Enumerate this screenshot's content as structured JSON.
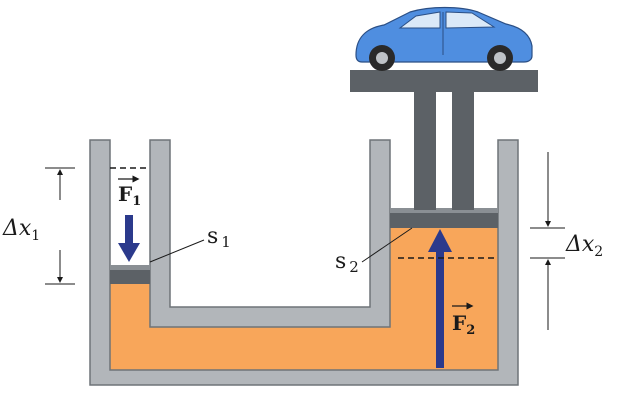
{
  "labels": {
    "force_small": "F",
    "force_small_sub": "1",
    "force_large": "F",
    "force_large_sub": "2",
    "area_small": "s",
    "area_small_sub": "1",
    "area_large": "s",
    "area_large_sub": "2",
    "disp_small": "Δx",
    "disp_small_sub": "1",
    "disp_large": "Δx",
    "disp_large_sub": "2"
  },
  "colors": {
    "fluid": "#F8A65A",
    "container": "#B2B6BA",
    "container_edge": "#6E7378",
    "piston": "#5C6166",
    "piston_top": "#8A8F94",
    "force_arrow": "#2B3A8C",
    "car_body": "#4F8EE0",
    "ink": "#1a1a1a"
  }
}
